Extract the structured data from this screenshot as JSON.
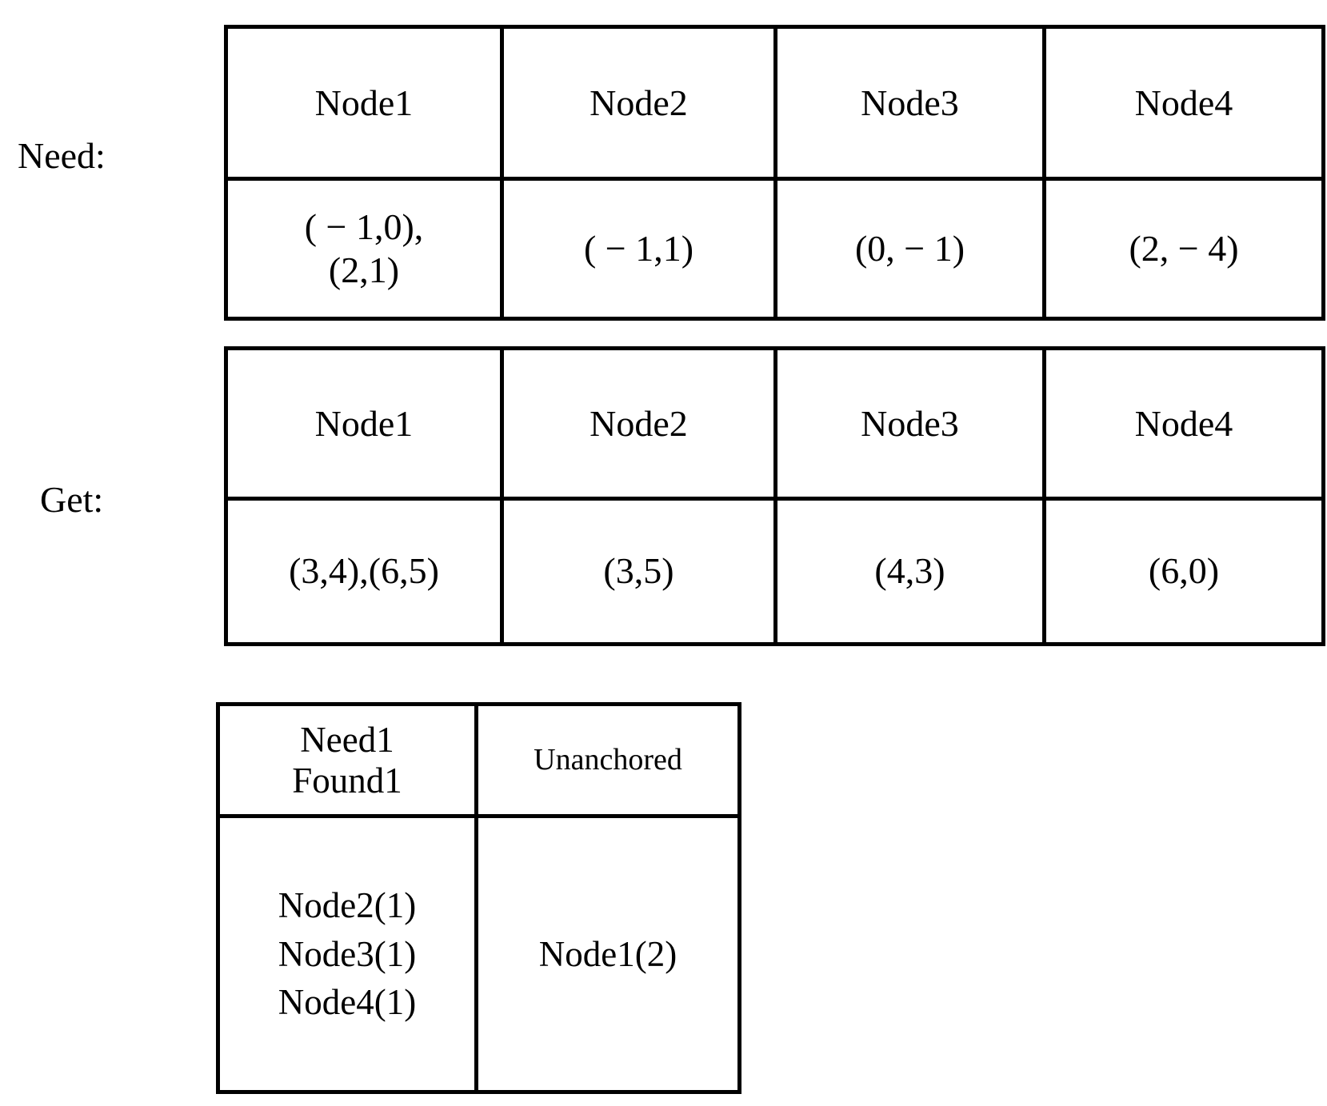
{
  "labels": {
    "need": "Need:",
    "get": "Get:"
  },
  "need_table": {
    "headers": [
      "Node1",
      "Node2",
      "Node3",
      "Node4"
    ],
    "values": [
      [
        "( − 1,0),",
        "(2,1)"
      ],
      [
        "( − 1,1)"
      ],
      [
        "(0, − 1)"
      ],
      [
        "(2, − 4)"
      ]
    ]
  },
  "get_table": {
    "headers": [
      "Node1",
      "Node2",
      "Node3",
      "Node4"
    ],
    "values": [
      [
        "(3,4),(6,5)"
      ],
      [
        "(3,5)"
      ],
      [
        "(4,3)"
      ],
      [
        "(6,0)"
      ]
    ]
  },
  "summary_table": {
    "headers": {
      "found": [
        "Need1",
        "Found1"
      ],
      "unanchored": "Unanchored"
    },
    "found_list": [
      "Node2(1)",
      "Node3(1)",
      "Node4(1)"
    ],
    "unanchored_value": "Node1(2)"
  },
  "style": {
    "border_color": "#000000",
    "text_color": "#000000",
    "background": "#ffffff"
  }
}
